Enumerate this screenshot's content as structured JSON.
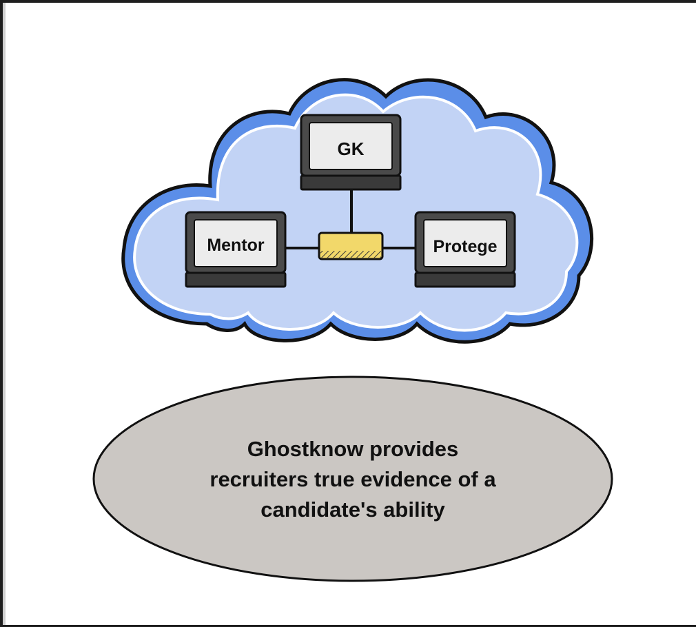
{
  "nodes": {
    "gk": "GK",
    "mentor": "Mentor",
    "protege": "Protege"
  },
  "caption": {
    "line1": "Ghostknow provides",
    "line2": "recruiters true evidence of a",
    "line3": "candidate's ability"
  },
  "colors": {
    "cloud_fill": "#c2d3f5",
    "cloud_stroke": "#5b8ee8",
    "hub_fill": "#f2d86a",
    "ellipse_fill": "#cbc7c3",
    "monitor_frame": "#4a4a4a",
    "monitor_screen": "#ececec"
  }
}
